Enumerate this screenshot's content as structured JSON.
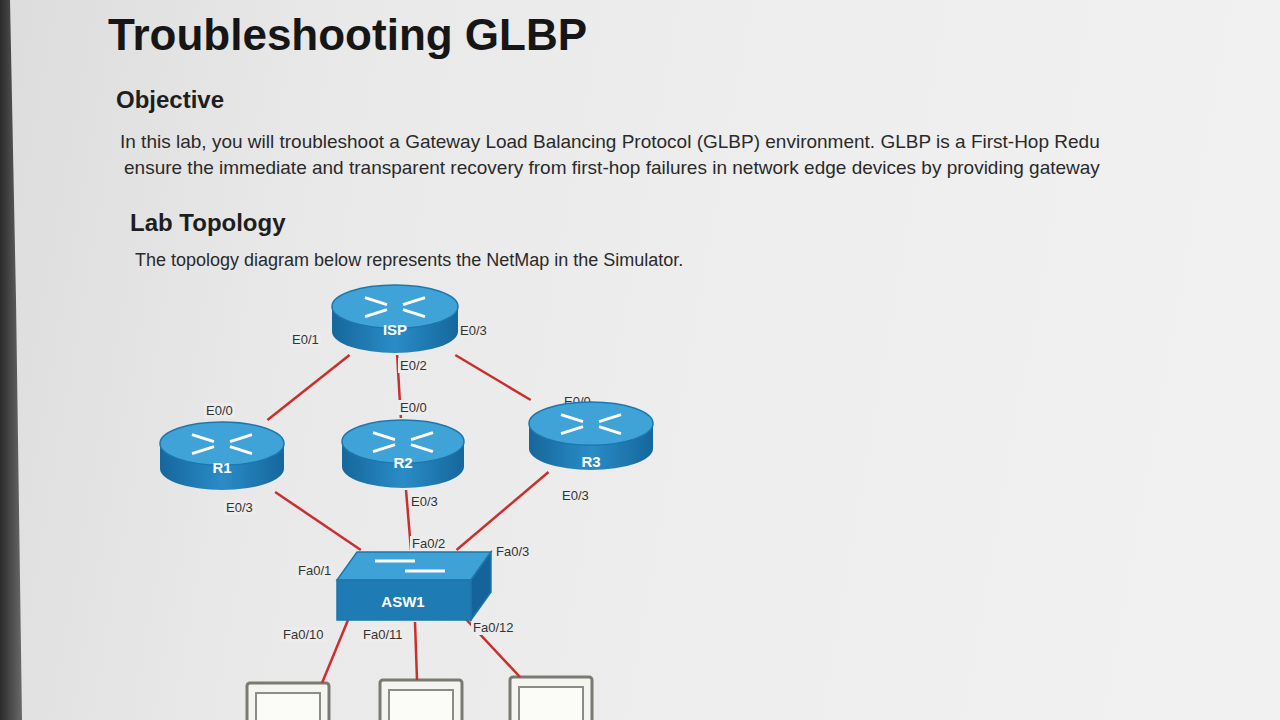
{
  "diagram": {
    "title": "Troubleshooting GLBP",
    "nodes": [
      {
        "text": [
          "ISP"
        ]
      },
      {
        "text": [
          "R1"
        ]
      },
      {
        "text": [
          "R2"
        ]
      },
      {
        "text": [
          "R3"
        ]
      },
      {
        "text": [
          "ASW1"
        ]
      }
    ],
    "edges": [
      {
        "from": 0,
        "to": 1,
        "arrow": "none"
      },
      {
        "from": 0,
        "to": 2,
        "arrow": "none"
      },
      {
        "from": 0,
        "to": 3,
        "arrow": "none"
      },
      {
        "from": 1,
        "to": 4,
        "arrow": "none"
      },
      {
        "from": 2,
        "to": 4,
        "arrow": "none"
      },
      {
        "from": 3,
        "to": 4,
        "arrow": "none"
      }
    ],
    "labels": [
      "Objective",
      "In this lab, you will troubleshoot a Gateway Load Balancing Protocol (GLBP) environment. GLBP is a First-Hop Redu",
      "ensure the immediate and transparent recovery from first-hop failures in network edge devices by providing gateway",
      "Lab Topology",
      "The topology diagram below represents the NetMap in the Simulator.",
      "E0/1",
      "E0/2",
      "E0/3",
      "E0/0",
      "E0/0",
      "E0/0",
      "E0/3",
      "E0/3",
      "E0/3",
      "Fa0/1",
      "Fa0/2",
      "Fa0/3",
      "Fa0/10",
      "Fa0/11",
      "Fa0/12"
    ]
  }
}
